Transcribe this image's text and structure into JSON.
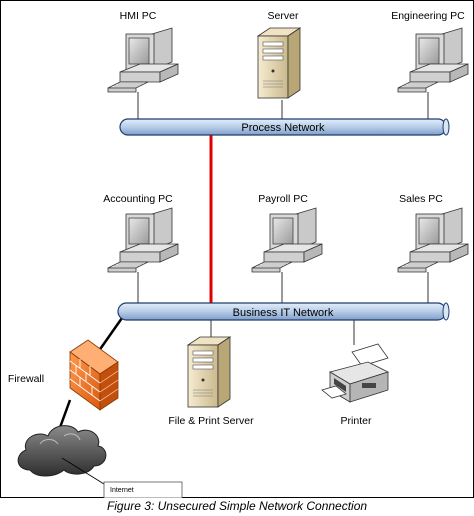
{
  "diagram": {
    "nodes": {
      "hmi_pc": "HMI PC",
      "server": "Server",
      "engineering_pc": "Engineering PC",
      "accounting_pc": "Accounting PC",
      "payroll_pc": "Payroll PC",
      "sales_pc": "Sales PC",
      "firewall": "Firewall",
      "file_print_server": "File & Print Server",
      "printer": "Printer",
      "internet": "Internet"
    },
    "networks": {
      "process": "Process Network",
      "business": "Business IT Network"
    },
    "colors": {
      "bus_fill": "#b7cde8",
      "bus_stroke": "#1f3d6e",
      "link_red": "#e00000",
      "firewall_orange": "#f0782a"
    }
  },
  "caption": "Figure 3:  Unsecured Simple Network Connection"
}
